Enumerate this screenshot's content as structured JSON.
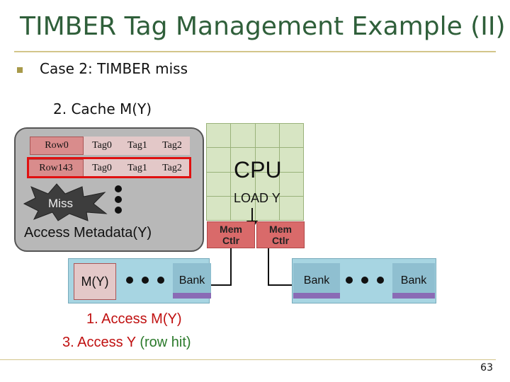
{
  "title": "TIMBER Tag Management Example (II)",
  "bullet": "Case 2: TIMBER miss",
  "step_heading": "2. Cache M(Y)",
  "cache_rows": [
    {
      "label": "Row0",
      "tags": [
        "Tag0",
        "Tag1",
        "Tag2"
      ]
    },
    {
      "label": "Row143",
      "tags": [
        "Tag0",
        "Tag1",
        "Tag2"
      ]
    }
  ],
  "miss_label": "Miss",
  "access_metadata": "Access Metadata(Y)",
  "cpu_label": "CPU",
  "load_label": "LOAD Y",
  "mem_ctlr": [
    "Mem\nCtlr",
    "Mem\nCtlr"
  ],
  "mem_ctlr_line1": "Mem",
  "mem_ctlr_line2": "Ctlr",
  "bank_label": "Bank",
  "my_label": "M(Y)",
  "sequence": {
    "step1": "1. Access M(Y)",
    "step3_prefix": "3. Access Y ",
    "step3_suffix": "(row hit)"
  },
  "page_number": "63",
  "colors": {
    "title": "#2f5f3a",
    "highlight": "#e01010",
    "cpu": "#d7e5c3",
    "mem_ctlr": "#d96a6a",
    "bank_group": "#a7d5e2",
    "row_hit": "#2b7a2b"
  }
}
